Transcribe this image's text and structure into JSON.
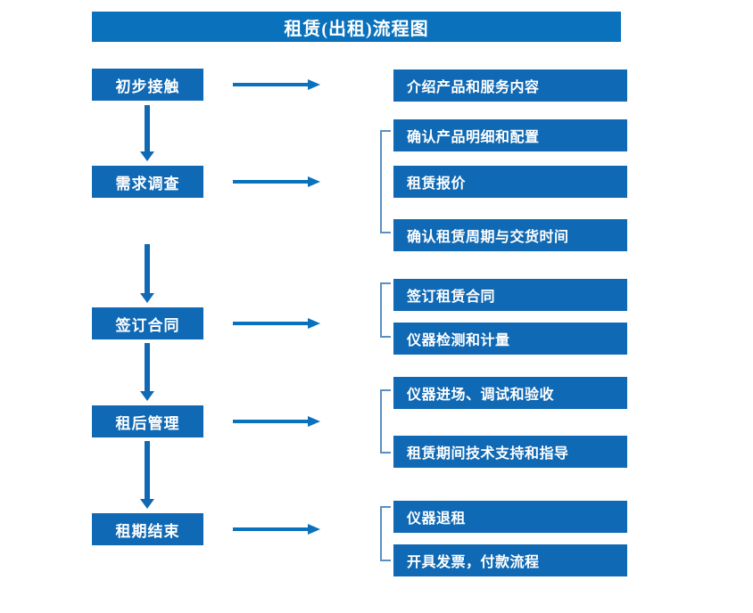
{
  "diagram": {
    "title": "租赁(出租)流程图",
    "colors": {
      "title_bar": "#0A71BC",
      "box_fill": "#1069B4",
      "box_text": "#FFFFFF",
      "arrow": "#0A71BC",
      "bracket": "#5B8FC4",
      "background": "#FFFFFF"
    },
    "stages": [
      {
        "label": "初步接触"
      },
      {
        "label": "需求调查"
      },
      {
        "label": "签订合同"
      },
      {
        "label": "租后管理"
      },
      {
        "label": "租期结束"
      }
    ],
    "details": [
      {
        "label": "介绍产品和服务内容"
      },
      {
        "label": "确认产品明细和配置"
      },
      {
        "label": "租赁报价"
      },
      {
        "label": "确认租赁周期与交货时间"
      },
      {
        "label": "签订租赁合同"
      },
      {
        "label": "仪器检测和计量"
      },
      {
        "label": "仪器进场、调试和验收"
      },
      {
        "label": "租赁期间技术支持和指导"
      },
      {
        "label": "仪器退租"
      },
      {
        "label": "开具发票，付款流程"
      }
    ],
    "arrows": {
      "horizontal_count": 5,
      "vertical_count": 4
    },
    "brackets": {
      "count": 4
    }
  }
}
